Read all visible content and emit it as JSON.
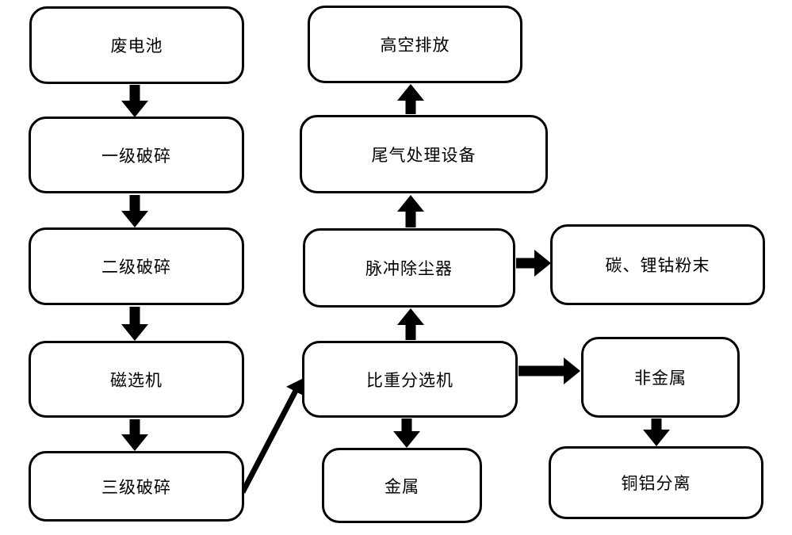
{
  "diagram": {
    "type": "flowchart",
    "colors": {
      "background": "#ffffff",
      "box_fill": "#ffffff",
      "box_border": "#000000",
      "arrow": "#000000",
      "text": "#000000"
    },
    "nodes": {
      "waste_battery": {
        "label": "废电池"
      },
      "primary_crushing": {
        "label": "一级破碎"
      },
      "secondary_crushing": {
        "label": "二级破碎"
      },
      "magnetic_separator": {
        "label": "磁选机"
      },
      "tertiary_crushing": {
        "label": "三级破碎"
      },
      "high_altitude_discharge": {
        "label": "高空排放"
      },
      "tail_gas_treatment": {
        "label": "尾气处理设备"
      },
      "pulse_dust_collector": {
        "label": "脉冲除尘器"
      },
      "gravity_separator": {
        "label": "比重分选机"
      },
      "metal": {
        "label": "金属"
      },
      "carbon_lithium_cobalt_powder": {
        "label": "碳、锂钴粉末"
      },
      "non_metal": {
        "label": "非金属"
      },
      "copper_aluminum_separation": {
        "label": "铜铝分离"
      }
    },
    "edges": [
      {
        "from": "废电池",
        "to": "一级破碎",
        "direction": "down"
      },
      {
        "from": "一级破碎",
        "to": "二级破碎",
        "direction": "down"
      },
      {
        "from": "二级破碎",
        "to": "磁选机",
        "direction": "down"
      },
      {
        "from": "磁选机",
        "to": "三级破碎",
        "direction": "down"
      },
      {
        "from": "三级破碎",
        "to": "比重分选机",
        "direction": "diagonal-up-right"
      },
      {
        "from": "比重分选机",
        "to": "脉冲除尘器",
        "direction": "up"
      },
      {
        "from": "脉冲除尘器",
        "to": "尾气处理设备",
        "direction": "up"
      },
      {
        "from": "尾气处理设备",
        "to": "高空排放",
        "direction": "up"
      },
      {
        "from": "脉冲除尘器",
        "to": "碳、锂钴粉末",
        "direction": "right"
      },
      {
        "from": "比重分选机",
        "to": "非金属",
        "direction": "right"
      },
      {
        "from": "比重分选机",
        "to": "金属",
        "direction": "down"
      },
      {
        "from": "非金属",
        "to": "铜铝分离",
        "direction": "down"
      }
    ]
  }
}
